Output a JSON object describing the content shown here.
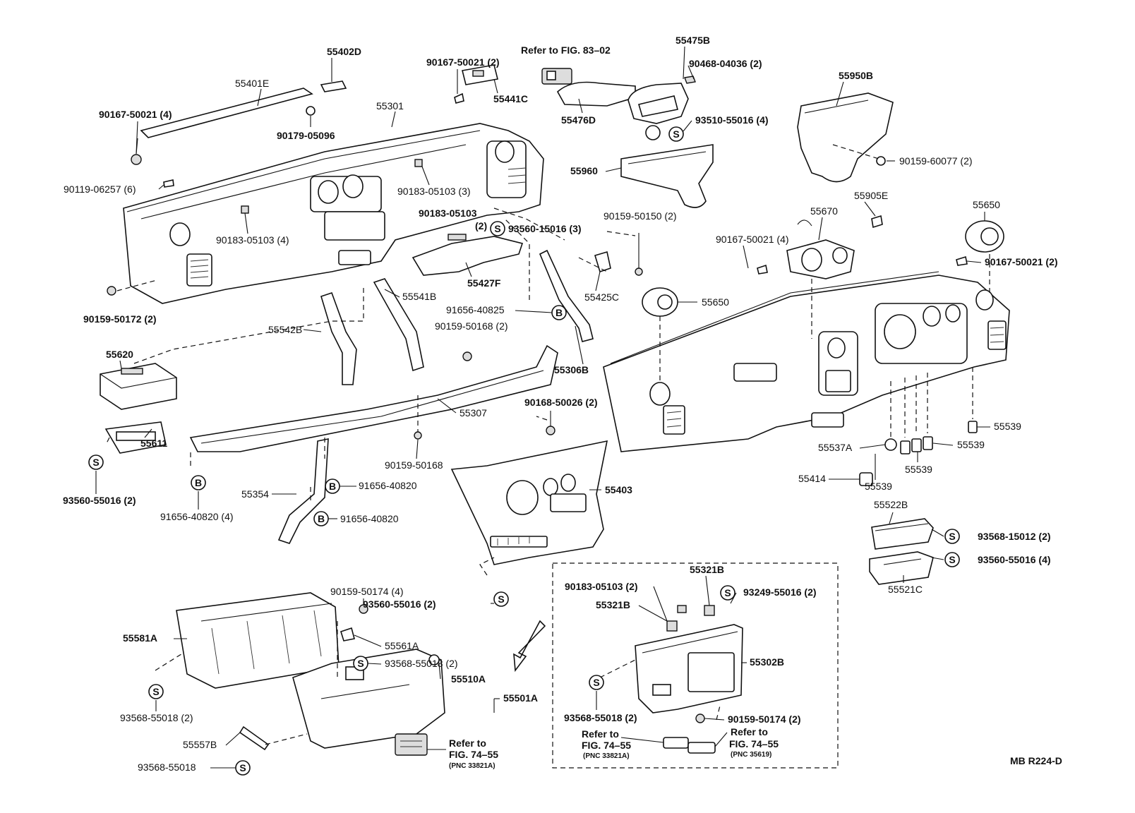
{
  "diagram": {
    "code": "MB R224-D",
    "refs": {
      "fig83": "Refer to FIG. 83–02",
      "fig74_a_line1": "Refer to",
      "fig74_a_line2": "FIG. 74–55",
      "fig74_a_pnc": "(PNC 33821A)",
      "fig74_b_line1": "Refer to",
      "fig74_b_line2": "FIG. 74–55",
      "fig74_b_pnc": "(PNC 33821A)",
      "fig74_c_line1": "Refer to",
      "fig74_c_line2": "FIG. 74–55",
      "fig74_c_pnc": "(PNC 35619)"
    },
    "badges": {
      "s": "S",
      "b": "B"
    },
    "labels": {
      "p55402D": "55402D",
      "p55401E": "55401E",
      "p55301": "55301",
      "f90167_4": "90167-50021 (4)",
      "f90179": "90179-05096",
      "f90119": "90119-06257 (6)",
      "f90183_4": "90183-05103 (4)",
      "f90159_172": "90159-50172 (2)",
      "f90167_2a": "90167-50021 (2)",
      "p55441C": "55441C",
      "p55476D": "55476D",
      "p55475B": "55475B",
      "f90468": "90468-04036 (2)",
      "f93510": "93510-55016 (4)",
      "p55950B": "55950B",
      "f90159_077": "90159-60077 (2)",
      "p55960": "55960",
      "f90183_3": "90183-05103 (3)",
      "f90183_bold": "90183-05103",
      "f_2": "(2)",
      "f93560_15016": "93560-15016 (3)",
      "p55427F": "55427F",
      "f90159_150": "90159-50150 (2)",
      "p55425C": "55425C",
      "p55541B": "55541B",
      "f91656_40825": "91656-40825",
      "f90159_168_2": "90159-50168 (2)",
      "p55542B": "55542B",
      "p55306B": "55306B",
      "p55307": "55307",
      "p55620": "55620",
      "p55611": "55611",
      "f93560_55016_2": "93560-55016 (2)",
      "f91656_40820_4": "91656-40820 (4)",
      "p55354": "55354",
      "f91656_40820_a": "91656-40820",
      "f91656_40820_b": "91656-40820",
      "f90159_168": "90159-50168",
      "f90168": "90168-50026 (2)",
      "p55403": "55403",
      "f93560_55016_2b": "93560-55016 (2)",
      "p55670": "55670",
      "p55905E": "55905E",
      "f90167_4b": "90167-50021 (4)",
      "p55650a": "55650",
      "f90167_2b": "90167-50021 (2)",
      "p55650b": "55650",
      "p55539a": "55539",
      "p55539b": "55539",
      "p55539c": "55539",
      "p55539d": "55539",
      "p55537A": "55537A",
      "p55414": "55414",
      "p55522B": "55522B",
      "f93568_15012": "93568-15012 (2)",
      "f93560_55016_4": "93560-55016 (4)",
      "p55521C": "55521C",
      "f90159_174_4": "90159-50174 (4)",
      "p55581A": "55581A",
      "p55561A": "55561A",
      "f93568_55018_2a": "93568-55018 (2)",
      "f93568_55018_2b": "93568-55018 (2)",
      "p55510A": "55510A",
      "p55501A": "55501A",
      "p55557B": "55557B",
      "f93568_55018": "93568-55018",
      "f90183_2": "90183-05103 (2)",
      "p55321B_a": "55321B",
      "p55321B_b": "55321B",
      "f93249": "93249-55016 (2)",
      "p55302B": "55302B",
      "f93568_55018_2c": "93568-55018 (2)",
      "f90159_174_2": "90159-50174 (2)"
    }
  }
}
